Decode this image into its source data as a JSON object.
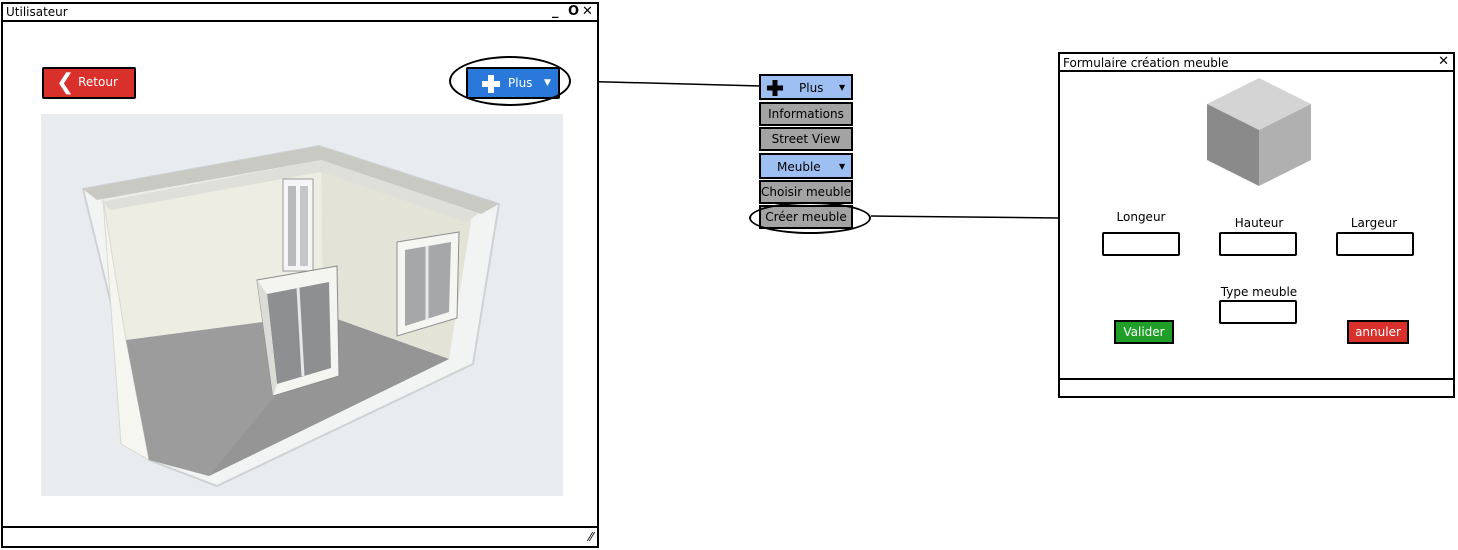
{
  "main_window": {
    "title": "Utilisateur",
    "controls": {
      "minimize": "_",
      "maximize": "O",
      "close": "✕"
    },
    "retour_label": "Retour",
    "plus_label": "Plus",
    "resize_glyph": "⁄⁄"
  },
  "menu": {
    "plus_label": "Plus",
    "items": [
      "Informations",
      "Street View"
    ],
    "meuble_label": "Meuble",
    "subitems": [
      "Choisir meuble",
      "Créer meuble"
    ]
  },
  "form": {
    "title": "Formulaire création meuble",
    "close": "✕",
    "labels": {
      "longeur": "Longeur",
      "hauteur": "Hauteur",
      "largeur": "Largeur",
      "type": "Type meuble"
    },
    "valider_label": "Valider",
    "annuler_label": "annuler"
  },
  "colors": {
    "blue": "#2a78d9",
    "red": "#d9302c",
    "green": "#1f9e2a",
    "light_blue": "#9dbff2",
    "grey": "#a3a3a3"
  }
}
